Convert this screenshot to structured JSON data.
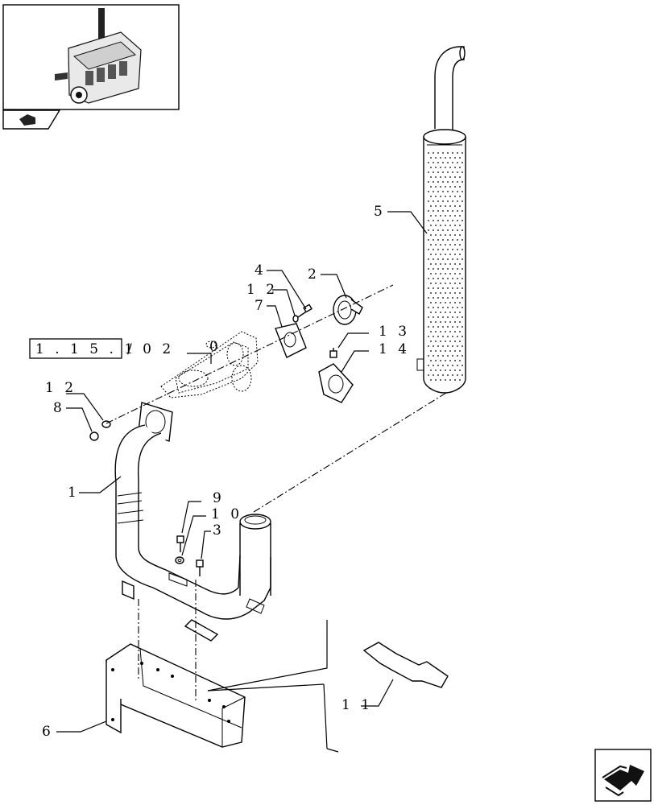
{
  "callouts": [
    {
      "id": "c1",
      "text": "1"
    },
    {
      "id": "c2",
      "text": "2"
    },
    {
      "id": "c3",
      "text": "3"
    },
    {
      "id": "c4",
      "text": "4"
    },
    {
      "id": "c5",
      "text": "5"
    },
    {
      "id": "c6",
      "text": "6"
    },
    {
      "id": "c7",
      "text": "7"
    },
    {
      "id": "c8",
      "text": "8"
    },
    {
      "id": "c9",
      "text": "9"
    },
    {
      "id": "c10",
      "text": "1 0"
    },
    {
      "id": "c11",
      "text": "1 1"
    },
    {
      "id": "c12a",
      "text": "1 2"
    },
    {
      "id": "c12b",
      "text": "1 2"
    },
    {
      "id": "c13",
      "text": "1 3"
    },
    {
      "id": "c14",
      "text": "1 4"
    }
  ],
  "reference": {
    "boxed": "1 . 1 5 . 1",
    "suffix": "/ 0 2"
  },
  "icons": {
    "thumbnail": "engine-thumbnail-icon",
    "nav_back": "page-back-icon",
    "nav_next": "next-page-arrow-icon"
  }
}
